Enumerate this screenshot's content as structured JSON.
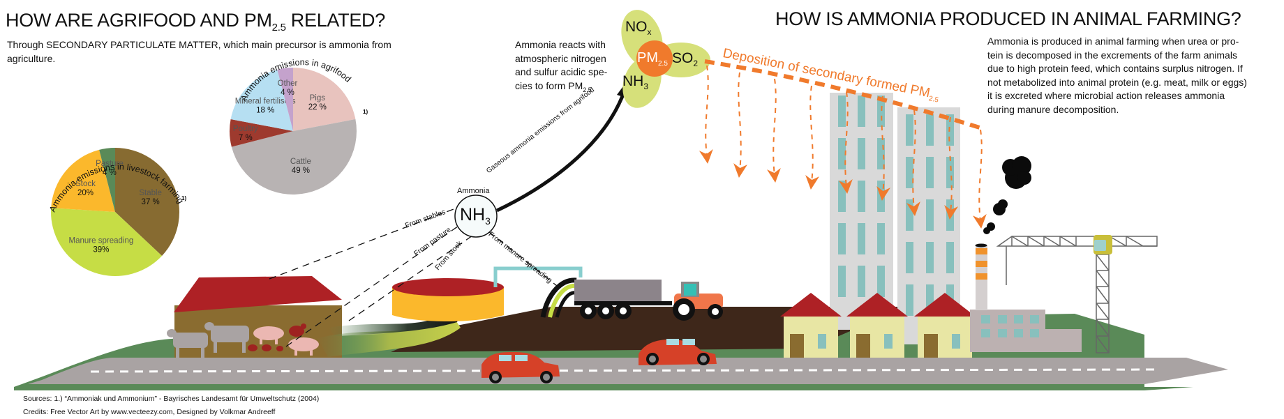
{
  "left_panel": {
    "title_prefix": "HOW ARE AGRIFOOD AND PM",
    "title_sub": "2.5",
    "title_suffix": " RELATED?",
    "subtitle": "Through SECONDARY PARTICULATE MATTER, which main precursor is ammonia from agriculture."
  },
  "right_panel": {
    "title": "HOW IS AMMONIA PRODUCED IN ANIMAL FARMING?",
    "body_lines": [
      "Ammonia is produced in animal farming when urea or pro-",
      "tein is decomposed in the excrements of the farm animals",
      "due to high protein feed, which contains surplus nitrogen. If",
      "not metabolized into animal protein (e.g. meat, milk or eggs)",
      "it is excreted where microbial action releases ammonia",
      "during manure decomposition."
    ]
  },
  "reaction_note": {
    "lines": [
      "Ammonia reacts with",
      "atmospheric nitrogen",
      "and sulfur acidic spe-"
    ],
    "last_prefix": "cies to form PM",
    "last_sub": "2.5"
  },
  "molecules": {
    "nox": "NO",
    "nox_sub": "x",
    "so2": "SO",
    "so2_sub": "2",
    "nh3": "NH",
    "nh3_sub": "3",
    "pm": "PM",
    "pm_sub": "2.5"
  },
  "ammonia_hub": {
    "label": "Ammonia",
    "formula": "NH",
    "formula_sub": "3",
    "arrow_label": "Gaseous ammonia emissions from agrifood",
    "sources": [
      "From stables",
      "From pasture",
      "From stock",
      "From manure spreading"
    ]
  },
  "deposition": {
    "label": "Deposition of secondary formed PM",
    "label_sub": "2.5"
  },
  "footer": {
    "sources": "Sources:  1.) “Ammoniak und Ammonium” - Bayrisches Landesamt für Umweltschutz (2004)",
    "credits": "Credits: Free Vector Art by www.vecteezy.com,  Designed by Volkmar Andreeff"
  },
  "colors": {
    "orange": "#f07a2c",
    "lime": "#d6e07a",
    "grass": "#5a8a58",
    "road": "#a9a3a3",
    "soil": "#3e271a",
    "barn_roof": "#ae2125",
    "barn_wall": "#8a6c30",
    "tank": "#fbb82c",
    "window": "#88c0bd",
    "tower": "#d9d9d9",
    "house": "#e8e6a4",
    "car": "#d64128"
  },
  "chart_data": [
    {
      "type": "pie",
      "title": "Ammonia emissions in agrifood",
      "footnote": "1)",
      "categories": [
        "Pigs",
        "Cattle",
        "Poultry",
        "Mineral fertilisers",
        "Other"
      ],
      "values": [
        22,
        49,
        7,
        18,
        4
      ],
      "value_labels": [
        "22 %",
        "49 %",
        "7 %",
        "18 %",
        "4 %"
      ],
      "colors": [
        "#e8c3be",
        "#b8b3b3",
        "#9e3a2e",
        "#b6dff2",
        "#c4a2cc"
      ],
      "unit": "%"
    },
    {
      "type": "pie",
      "title": "Ammonia emissions in livestock farming",
      "footnote": "1)",
      "categories": [
        "Stable",
        "Manure spreading",
        "Stock",
        "Pasture"
      ],
      "values": [
        37,
        39,
        20,
        4
      ],
      "value_labels": [
        "37 %",
        "39%",
        "20%",
        "4 %"
      ],
      "colors": [
        "#876b31",
        "#c6dd45",
        "#fbb82c",
        "#5a8a58"
      ],
      "unit": "%"
    }
  ]
}
